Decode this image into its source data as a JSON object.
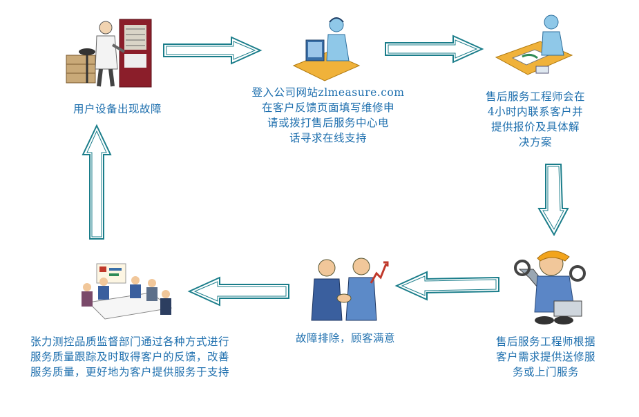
{
  "steps": [
    {
      "id": "fault",
      "text": "用户设备出现故障",
      "icon": "user-at-machine-icon"
    },
    {
      "id": "contact",
      "text": "登入公司网站zlmeasure.com\n在客户反馈页面填写维修申\n请或拨打售后服务中心电\n话寻求在线支持",
      "icon": "support-agent-icon"
    },
    {
      "id": "engineer-contact",
      "text": "售后服务工程师会在\n4小时内联系客户并\n提供报价及具体解\n决方案",
      "icon": "engineer-desk-icon"
    },
    {
      "id": "service",
      "text": "售后服务工程师根据\n客户需求提供送修服\n务或上门服务",
      "icon": "repairman-icon"
    },
    {
      "id": "resolved",
      "text": "故障排除，顾客满意",
      "icon": "handshake-icon"
    },
    {
      "id": "improve",
      "text": "张力测控品质监督部门通过各种方式进行\n服务质量跟踪及时取得客户的反馈，改善\n服务质量，更好地为客户提供服务于支持",
      "icon": "meeting-icon"
    }
  ],
  "colors": {
    "text": "#1e6fae",
    "arrow_stroke": "#1a7d8a",
    "arrow_fill": "#ffffff"
  }
}
